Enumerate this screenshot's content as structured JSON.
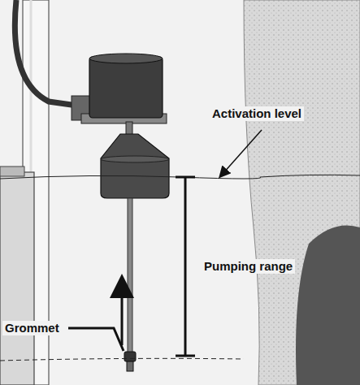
{
  "diagram": {
    "labels": [
      "Activation level",
      "Pumping range",
      "Grommet"
    ]
  }
}
